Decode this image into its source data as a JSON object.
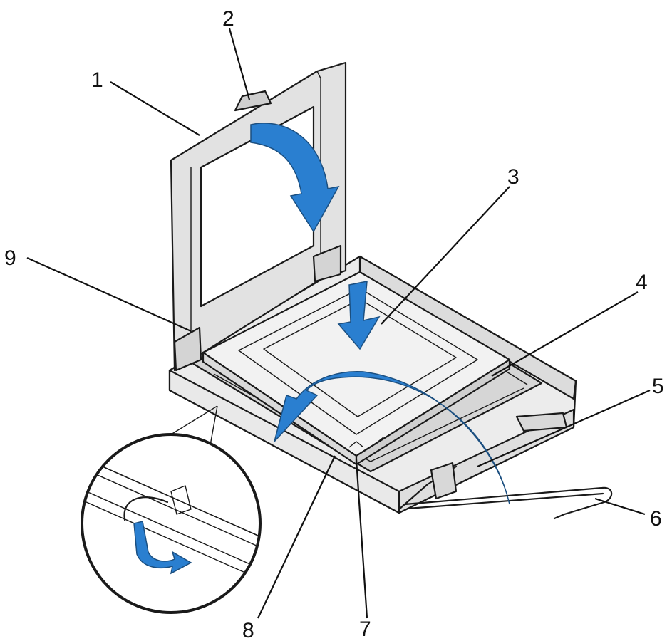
{
  "callouts": [
    {
      "id": "1",
      "label": "1"
    },
    {
      "id": "2",
      "label": "2"
    },
    {
      "id": "3",
      "label": "3"
    },
    {
      "id": "4",
      "label": "4"
    },
    {
      "id": "5",
      "label": "5"
    },
    {
      "id": "6",
      "label": "6"
    },
    {
      "id": "7",
      "label": "7"
    },
    {
      "id": "8",
      "label": "8"
    },
    {
      "id": "9",
      "label": "9"
    }
  ],
  "colors": {
    "arrow_blue": "#2a7fd0",
    "part_gray": "#e4e4e4",
    "part_dark": "#c8c8c8",
    "outline": "#1a1a1a",
    "background": "#ffffff"
  }
}
